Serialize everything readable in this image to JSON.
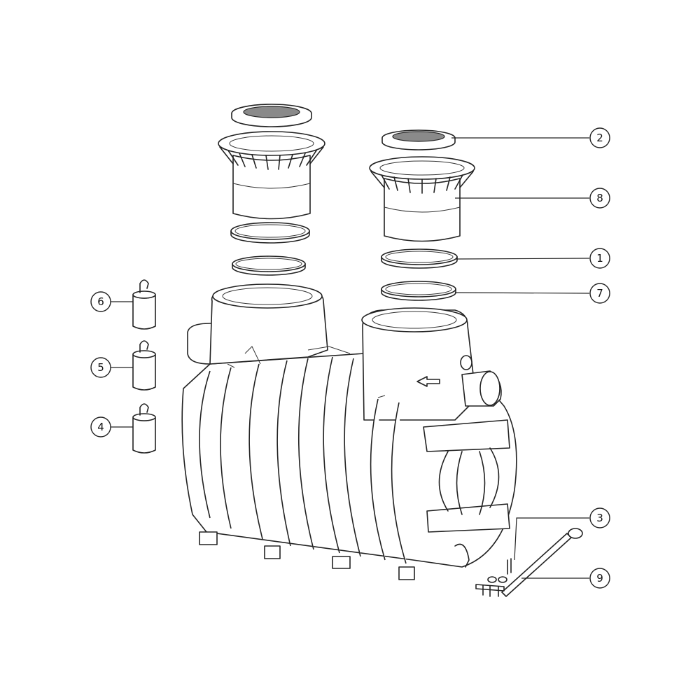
{
  "callouts": [
    {
      "id": "2",
      "label": "2"
    },
    {
      "id": "8",
      "label": "8"
    },
    {
      "id": "1",
      "label": "1"
    },
    {
      "id": "7",
      "label": "7"
    },
    {
      "id": "6",
      "label": "6"
    },
    {
      "id": "5",
      "label": "5"
    },
    {
      "id": "4",
      "label": "4"
    },
    {
      "id": "3",
      "label": "3"
    },
    {
      "id": "9",
      "label": "9"
    }
  ],
  "colors": {
    "line": "#222222",
    "grate": "#8a8a8a",
    "background": "#ffffff"
  }
}
